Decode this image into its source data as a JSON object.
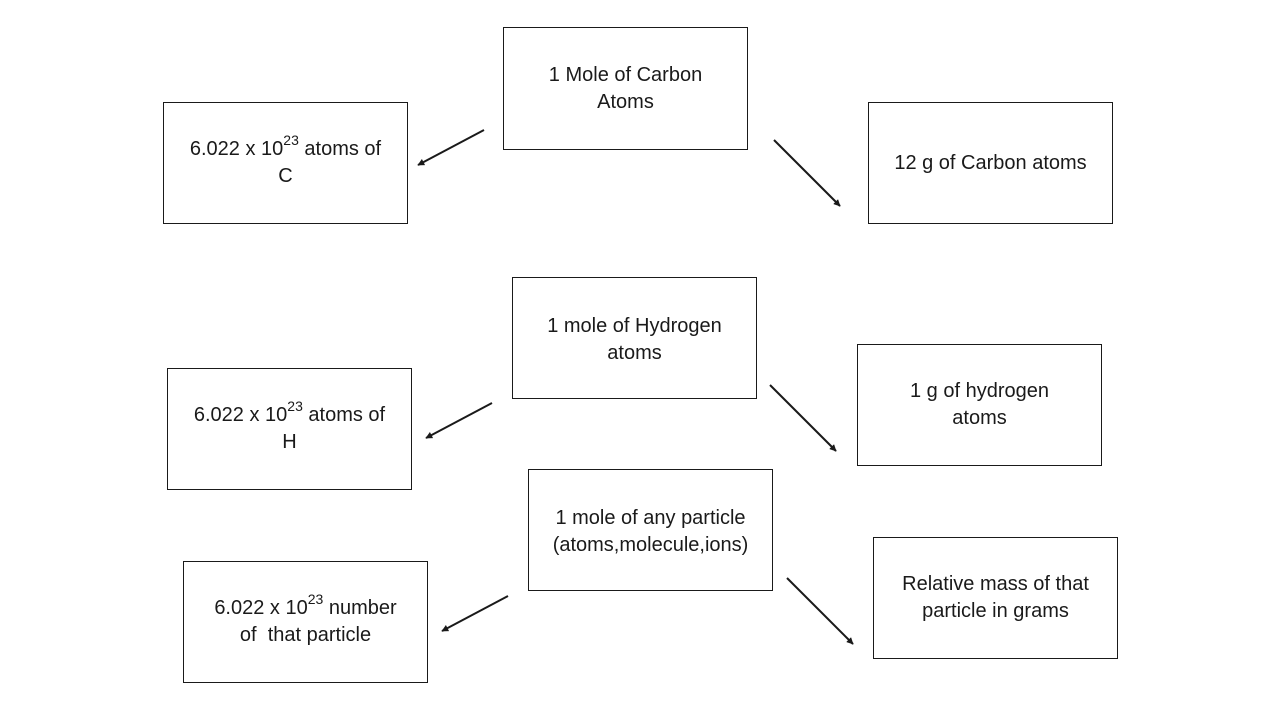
{
  "groups": {
    "carbon": {
      "center": "1 Mole of Carbon Atoms",
      "left": {
        "prefix": "6.022 x 10",
        "exponent": "23",
        "suffix": " atoms of",
        "line2": "C"
      },
      "right": "12 g of Carbon atoms"
    },
    "hydrogen": {
      "center": "1 mole of Hydrogen atoms",
      "left": {
        "prefix": "6.022 x 10",
        "exponent": "23",
        "suffix": " atoms of",
        "line2": "H"
      },
      "right": "1 g of hydrogen atoms"
    },
    "any_particle": {
      "center_line1": "1 mole of any particle",
      "center_line2": "(atoms,molecule,ions)",
      "left": {
        "prefix": "6.022 x 10",
        "exponent": "23",
        "suffix": " number",
        "line2": "of  that particle"
      },
      "right": "Relative mass of that particle in grams"
    }
  },
  "colors": {
    "line": "#1a1a1a",
    "background": "#ffffff"
  }
}
